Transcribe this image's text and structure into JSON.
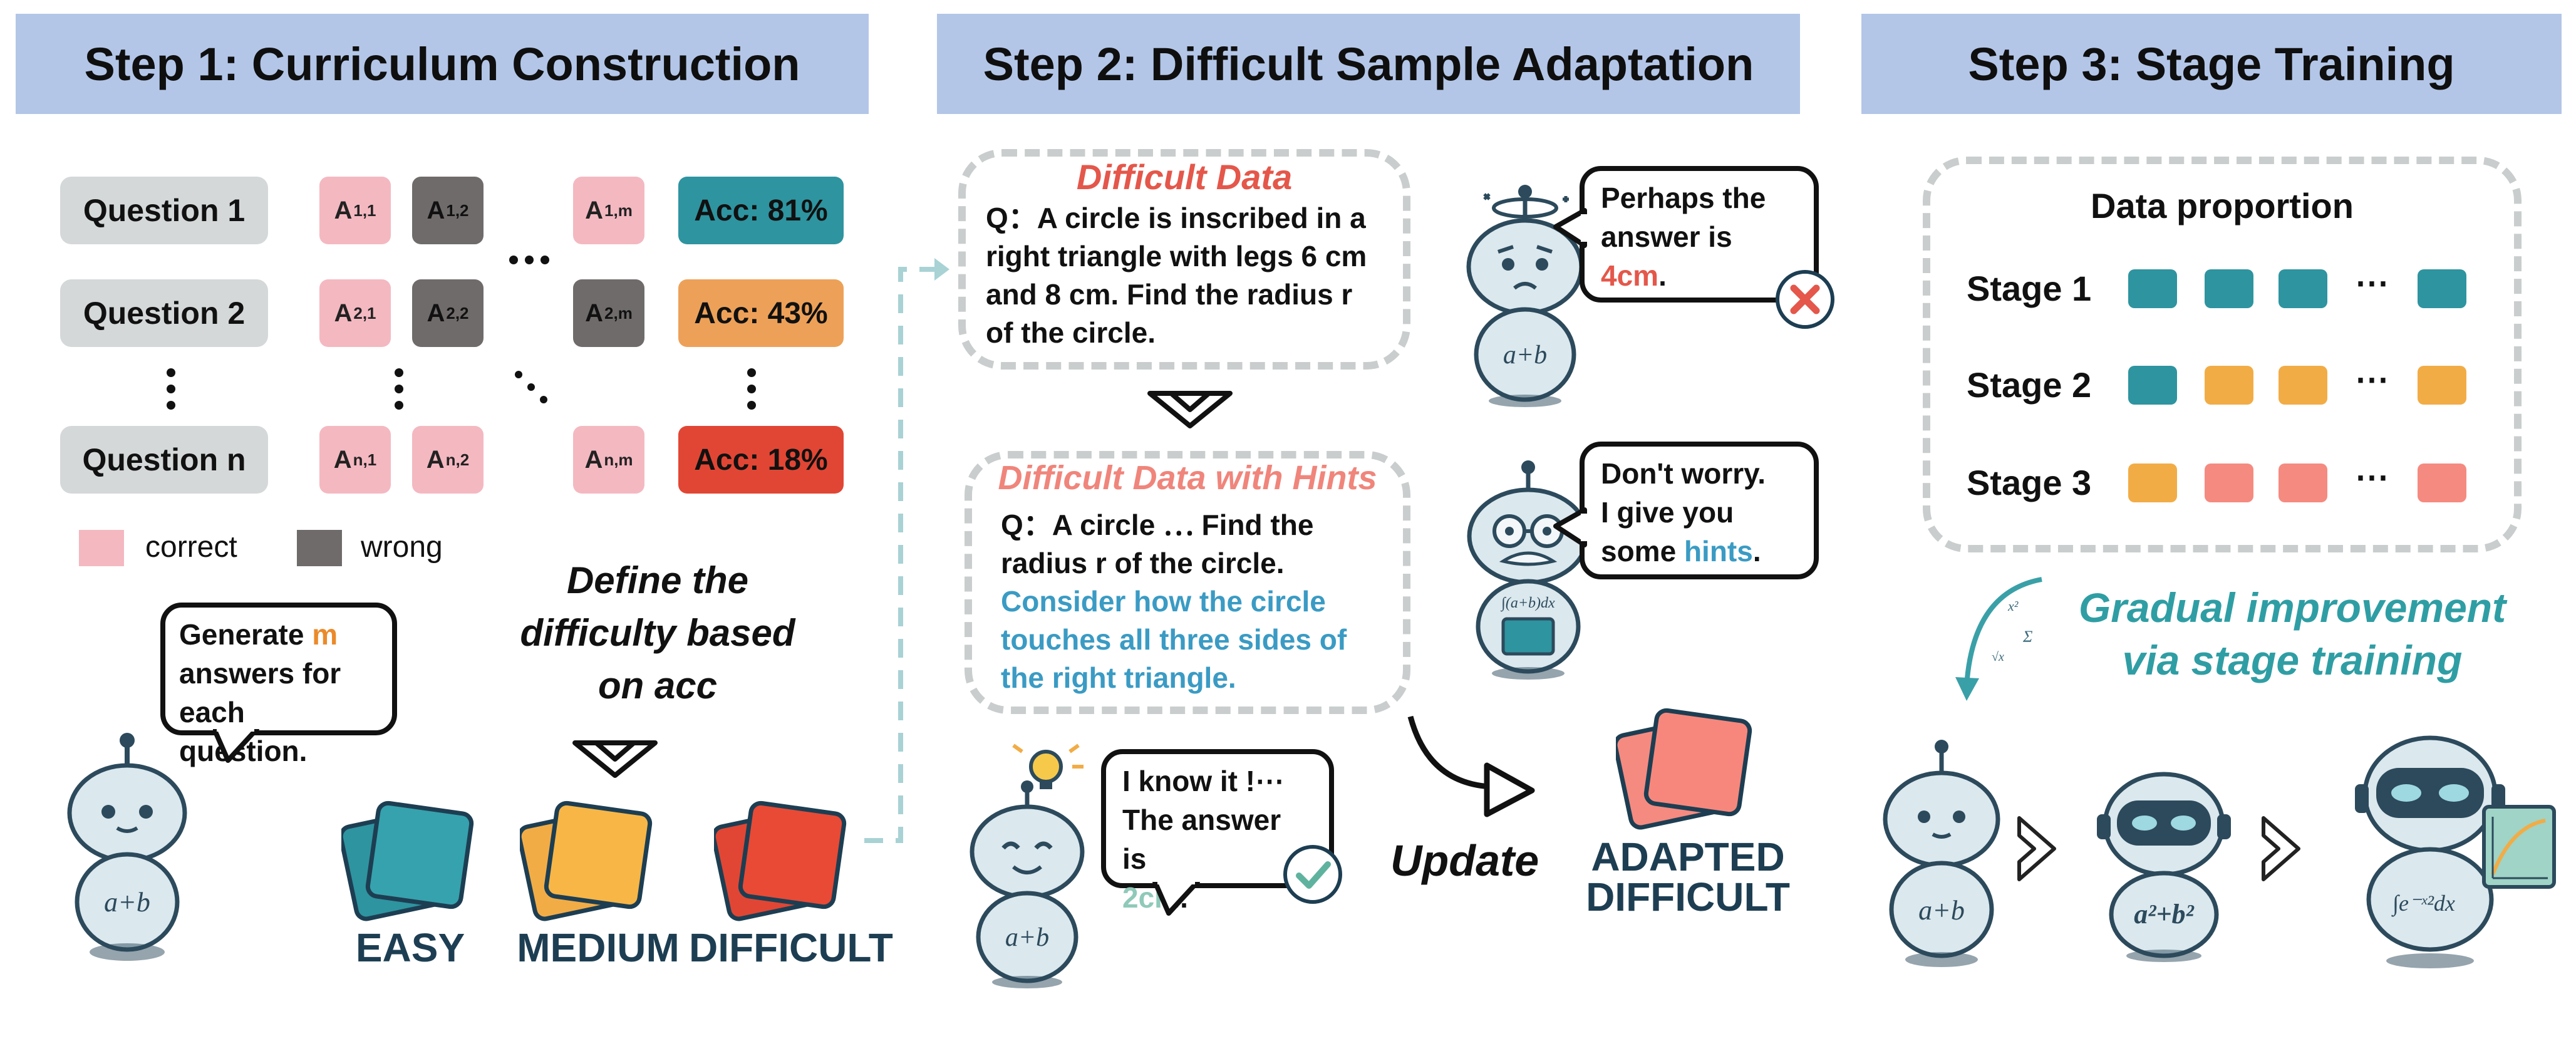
{
  "steps": {
    "step1_title": "Step 1: Curriculum Construction",
    "step2_title": "Step 2: Difficult Sample Adaptation",
    "step3_title": "Step 3: Stage Training"
  },
  "step1": {
    "questions": [
      "Question 1",
      "Question 2",
      "Question n"
    ],
    "answers": {
      "r1": [
        "A",
        "1,1",
        "A",
        "1,2",
        "A",
        "1,m"
      ],
      "r2": [
        "A",
        "2,1",
        "A",
        "2,2",
        "A",
        "2,m"
      ],
      "r3": [
        "A",
        "n,1",
        "A",
        "n,2",
        "A",
        "n,m"
      ]
    },
    "accuracies": [
      "Acc: 81%",
      "Acc: 43%",
      "Acc: 18%"
    ],
    "legend": {
      "correct": "correct",
      "wrong": "wrong"
    },
    "bubble": {
      "line1_pre": "Generate ",
      "line1_m": "m",
      "line2": "answers for",
      "line3": "each question."
    },
    "define_text": [
      "Define the",
      "difficulty based",
      "on acc"
    ],
    "robot_formula": "a+b",
    "cards": [
      "EASY",
      "MEDIUM",
      "DIFFICULT"
    ]
  },
  "step2": {
    "difficult_title": "Difficult Data",
    "difficult_q": [
      "Q：A circle is inscribed in a",
      "right triangle with legs 6 cm",
      "and 8 cm. Find the radius r",
      "of the circle."
    ],
    "hints_title": "Difficult Data with Hints",
    "hints_q": [
      "Q：A circle ⋯ Find the",
      "radius r of the circle."
    ],
    "hints_hint": [
      "Consider how the circle",
      "touches all three sides of",
      "the right triangle."
    ],
    "bubble_wrong": {
      "line1": "Perhaps the",
      "line2": "answer is",
      "ans": "4cm",
      "end": "."
    },
    "bubble_hint": {
      "line1": "Don't worry.",
      "line2": "I give you",
      "line3_pre": "some ",
      "hints": "hints",
      "end": "."
    },
    "bubble_right": {
      "line1": "I know it !⋯",
      "line2": "The answer is",
      "ans": "2cm",
      "end": "."
    },
    "robot_formula": "a+b",
    "teacher_formula": "∫(a+b)dx",
    "update": "Update",
    "adapted": [
      "ADAPTED",
      "DIFFICULT"
    ]
  },
  "step3": {
    "proportion_title": "Data proportion",
    "stages": [
      "Stage 1",
      "Stage 2",
      "Stage 3"
    ],
    "ellipsis": "⋯",
    "gradual": [
      "Gradual improvement",
      "via stage training"
    ],
    "robots": [
      "a+b",
      "a²+b²",
      "∫e⁻ˣ²dx"
    ]
  },
  "colors": {
    "easy": "#2e94a0",
    "medium": "#f2ac46",
    "difficult": "#e14634",
    "salmon": "#f58a80",
    "correct": "#f4b8c1",
    "wrong": "#706b6b",
    "header": "#b3c6e8",
    "hint_blue": "#3a9bc4",
    "title_red": "#e4574a",
    "title_pink": "#f0857b"
  }
}
